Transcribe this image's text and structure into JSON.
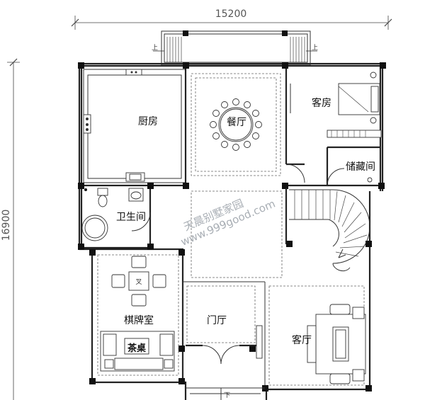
{
  "dimensions": {
    "width_label": "15200",
    "height_label": "16900"
  },
  "rooms": {
    "kitchen": "厨房",
    "dining": "餐厅",
    "guest_room": "客房",
    "storage": "储藏间",
    "bathroom": "卫生间",
    "chess_room": "棋牌室",
    "foyer": "门厅",
    "living_room": "客厅"
  },
  "stair_labels": {
    "up_top_left": "上",
    "up_top_right": "上",
    "down_bottom": "下"
  },
  "furniture_labels": {
    "tea_table": "茶桌",
    "table_mark": "叉"
  },
  "watermark": {
    "line1": "天晨别墅家园",
    "line2": "www.999good.com"
  }
}
